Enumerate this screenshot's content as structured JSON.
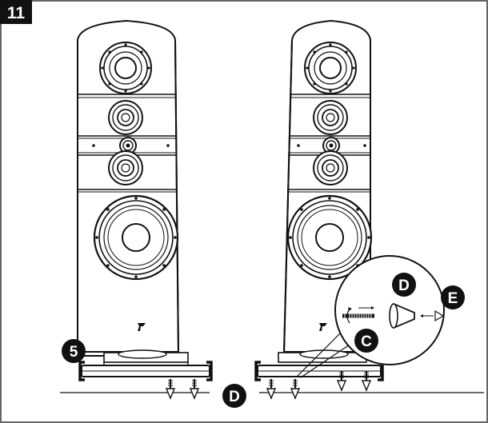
{
  "figure": {
    "step_number": "11",
    "callouts": {
      "five": "5",
      "c": "C",
      "d_floor": "D",
      "d_zoom": "D",
      "e": "E"
    }
  },
  "colors": {
    "ink": "#111111",
    "paper": "#ffffff",
    "frame": "#333333"
  },
  "icons": {
    "brand_logo": "brand-logo-icon",
    "rotation": "rotation-arrow-icon",
    "push": "push-arrow-icon"
  }
}
